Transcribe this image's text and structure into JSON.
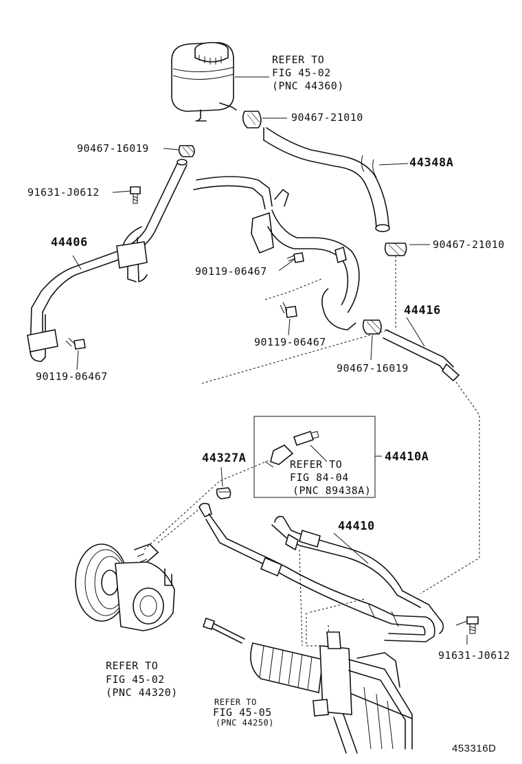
{
  "labels": {
    "reservoir_ref_1": "REFER TO",
    "reservoir_ref_2": "FIG 45-02",
    "reservoir_ref_3": "(PNC 44360)",
    "clamp_top_right": "90467-21010",
    "clamp_top_left": "90467-16019",
    "hose_44348A": "44348A",
    "bolt_91631_top": "91631-J0612",
    "pipe_44406": "44406",
    "clamp_mid_right": "90467-21010",
    "bolt_90119_mid": "90119-06467",
    "hose_44416": "44416",
    "bolt_90119_center": "90119-06467",
    "clamp_mid_center": "90467-16019",
    "bolt_90119_left": "90119-06467",
    "oring_44327A": "44327A",
    "switch_ref_1": "REFER TO",
    "switch_ref_2": "FIG 84-04",
    "switch_ref_3": "(PNC 89438A)",
    "kit_44410A": "44410A",
    "hose_44410": "44410",
    "pump_ref_1": "REFER TO",
    "pump_ref_2": "FIG 45-02",
    "pump_ref_3": "(PNC 44320)",
    "bolt_91631_bottom": "91631-J0612",
    "gear_ref_1": "REFER TO",
    "gear_ref_2": "FIG 45-05",
    "gear_ref_3": "(PNC 44250)",
    "diagram_id": "453316D"
  }
}
